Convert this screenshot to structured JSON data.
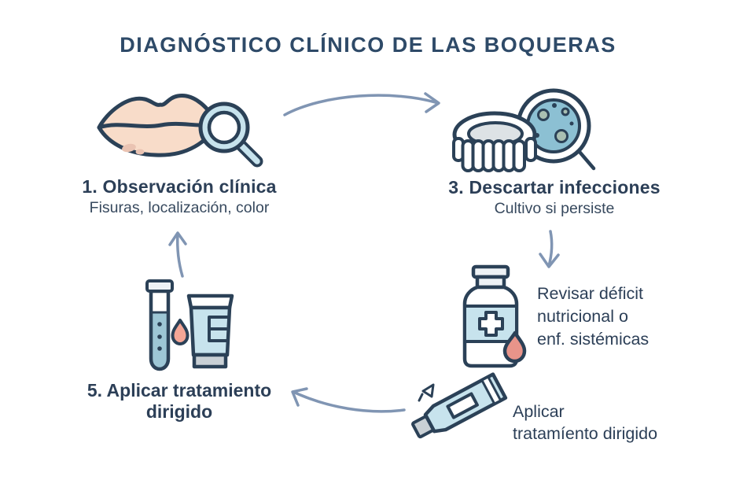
{
  "title": "DIAGNÓSTICO CLÍNICO DE LAS BOQUERAS",
  "steps": {
    "observacion": {
      "icon": "lips-magnifier-icon",
      "label": "1. Observación clínica",
      "sublabel": "Fisuras, localización, color"
    },
    "infecciones": {
      "icon": "denture-petri-dish-icon",
      "label": "3. Descartar infecciones",
      "sublabel": "Cultivo si persiste"
    },
    "deficit": {
      "icon": "medicine-bottle-drop-icon",
      "lines": [
        "Revisar déficit",
        "nutricional o",
        "enf. sistémicas"
      ]
    },
    "aplicar": {
      "icon": "ointment-tube-icon",
      "lines": [
        "Aplicar",
        "tratamíento dirigido"
      ]
    },
    "tratamiento_dirigido": {
      "icon": "test-tube-cream-icon",
      "lines": [
        "5. Aplicar tratamiento",
        "dirigido"
      ]
    }
  },
  "colors": {
    "title": "#2e4a68",
    "text": "#2c3f57",
    "subtext": "#37495e",
    "outline": "#2b4157",
    "arrow": "#8095b3",
    "lips": "#f8dcc9",
    "lip_blotch": "#eac3b2",
    "light_blue": "#c7e3ed",
    "petri_blue": "#8cc0d3",
    "spot_green": "#a9bfb2",
    "gum_gray": "#dde2e5",
    "liquid_blue": "#9dc6d5",
    "drop_red": "#e8948a",
    "drop_salmon": "#f4a696",
    "cap_gray": "#c9d0d5",
    "off_white": "#eef2f5",
    "background": "#ffffff"
  }
}
